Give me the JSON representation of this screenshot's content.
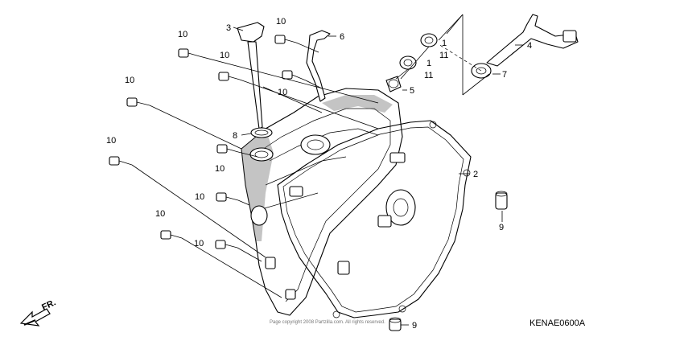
{
  "callouts": {
    "p1a": "1",
    "p1b": "1",
    "p2": "2",
    "p3": "3",
    "p4": "4",
    "p5": "5",
    "p6": "6",
    "p7": "7",
    "p8": "8",
    "p9a": "9",
    "p9b": "9",
    "p10a": "10",
    "p10b": "10",
    "p10c": "10",
    "p10d": "10",
    "p10e": "10",
    "p10f": "10",
    "p10g": "10",
    "p10h": "10",
    "p10i": "10",
    "p10j": "10",
    "p11a": "11",
    "p11b": "11"
  },
  "diagram_code": "KENAE0600A",
  "direction_label": "FR.",
  "watermark": "Page copyright 2008 Partzilla.com. All rights reserved."
}
